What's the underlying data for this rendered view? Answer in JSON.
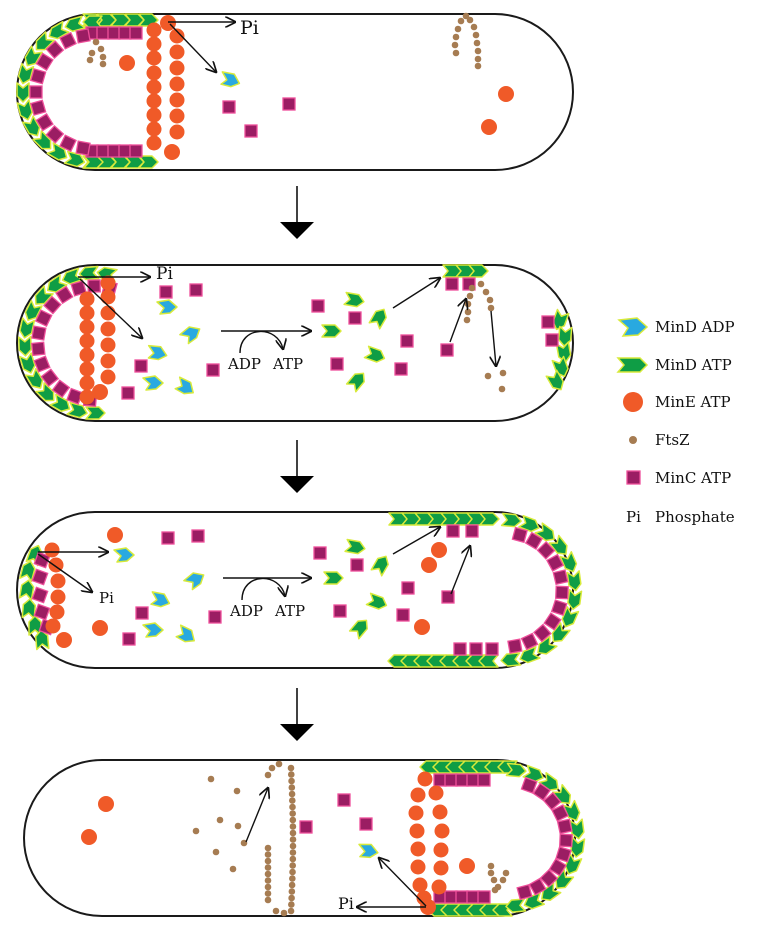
{
  "colors": {
    "mind_adp": "#29a9e0",
    "mind_atp": "#0f9d45",
    "mind_outline": "#d8ea3a",
    "mine": "#f05a28",
    "ftsz": "#a67c52",
    "minc": "#9b1d63",
    "minc_outline": "#ee4f9a",
    "cell_outline": "#1a1a1a"
  },
  "legend": [
    {
      "key": "mind_adp",
      "label": "MinD ADP",
      "icon": "mind-adp-icon"
    },
    {
      "key": "mind_atp",
      "label": "MinD ATP",
      "icon": "mind-atp-icon"
    },
    {
      "key": "mine",
      "label": "MinE ATP",
      "icon": "mine-icon"
    },
    {
      "key": "ftsz",
      "label": "FtsZ",
      "icon": "ftsz-icon"
    },
    {
      "key": "minc",
      "label": "MinC ATP",
      "icon": "minc-icon"
    },
    {
      "key": "pi",
      "label": "Phosphate",
      "symbol": "Pi"
    }
  ],
  "panels": [
    {
      "step": 1,
      "labels": {
        "pi": "Pi"
      }
    },
    {
      "step": 2,
      "labels": {
        "pi": "Pi",
        "adp": "ADP",
        "atp": "ATP"
      }
    },
    {
      "step": 3,
      "labels": {
        "pi": "Pi",
        "adp": "ADP",
        "atp": "ATP"
      }
    },
    {
      "step": 4,
      "labels": {
        "pi": "Pi"
      }
    }
  ]
}
